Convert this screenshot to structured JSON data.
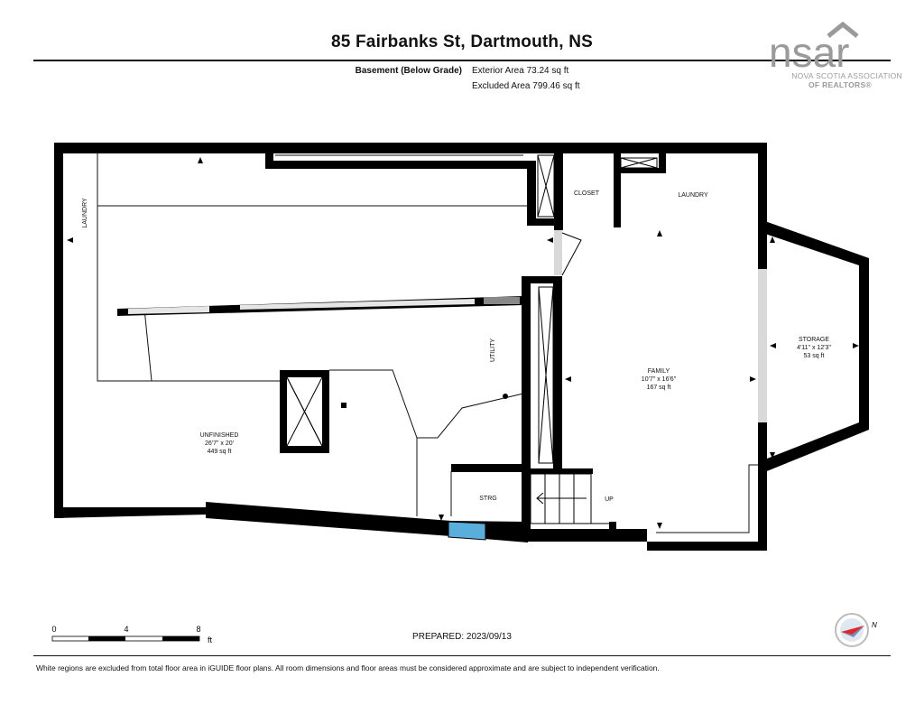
{
  "header": {
    "title": "85 Fairbanks St, Dartmouth, NS",
    "level": "Basement (Below Grade)",
    "exterior_area": "Exterior Area 73.24 sq ft",
    "excluded_area": "Excluded Area 799.46 sq ft"
  },
  "logo": {
    "mark": "nsar",
    "line1": "NOVA SCOTIA ASSOCIATION",
    "line2": "OF REALTORS®"
  },
  "rooms": {
    "laundry_left": "LAUNDRY",
    "closet": "CLOSET",
    "laundry_right": "LAUNDRY",
    "utility": "UTILITY",
    "storage": {
      "name": "STORAGE",
      "dims": "4'11\" x 12'3\"",
      "area": "53 sq ft"
    },
    "family": {
      "name": "FAMILY",
      "dims": "10'7\" x 16'6\"",
      "area": "167 sq ft"
    },
    "unfinished": {
      "name": "UNFINISHED",
      "dims": "26'7\" x 20'",
      "area": "449 sq ft"
    },
    "strg": "STRG",
    "up": "UP"
  },
  "scale": {
    "t0": "0",
    "t4": "4",
    "t8": "8",
    "unit": "ft"
  },
  "footer": {
    "prepared": "PREPARED: 2023/09/13",
    "disclaimer": "White regions are excluded from total floor area in iGUIDE floor plans. All room dimensions and floor areas must be considered approximate and are subject to independent verification."
  },
  "compass": {
    "label": "N"
  },
  "colors": {
    "wall": "#000000",
    "window": "#5aaedc",
    "opening": "#d9d9d9",
    "logo": "#9a9a9a",
    "compass_red": "#e0262b"
  }
}
